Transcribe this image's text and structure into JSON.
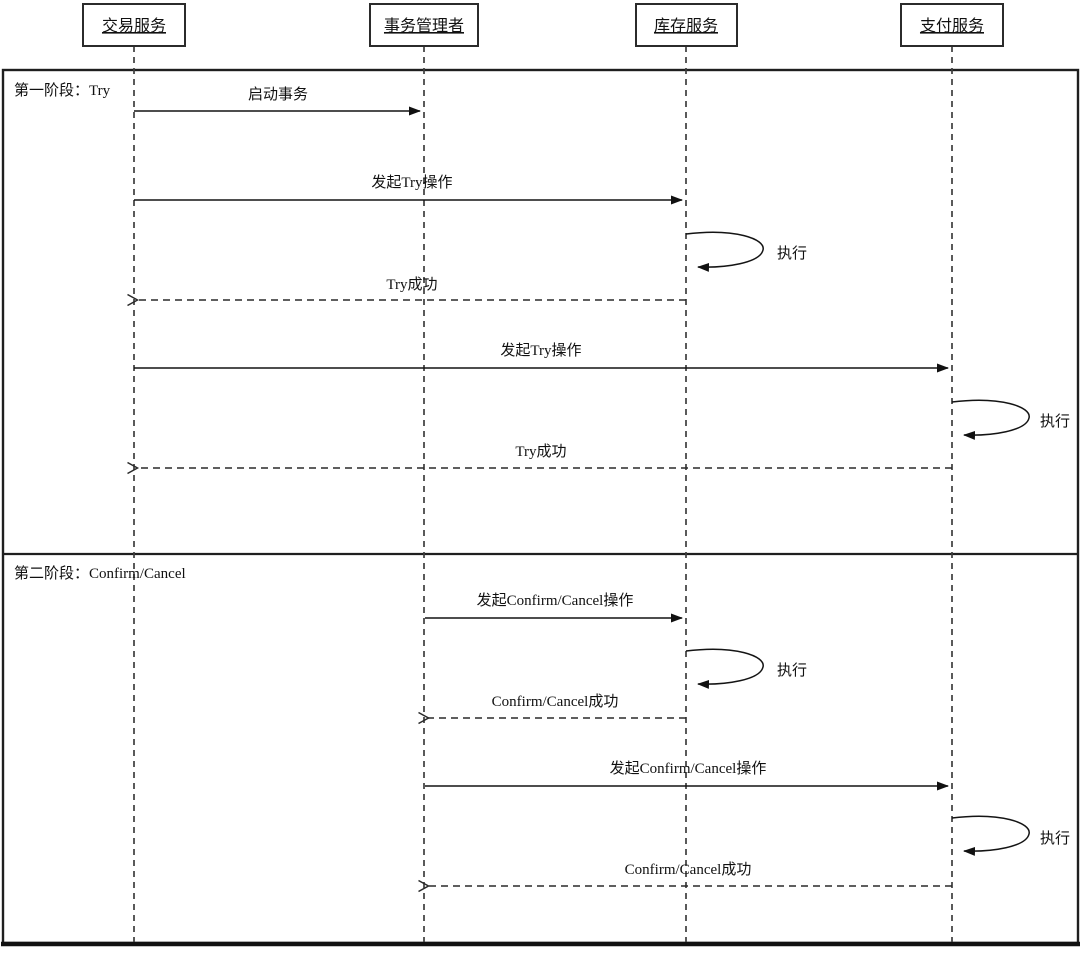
{
  "diagram": {
    "type": "uml-sequence-diagram",
    "language": "zh-CN",
    "participants": [
      {
        "id": "trade",
        "label": "交易服务"
      },
      {
        "id": "txmanager",
        "label": "事务管理者"
      },
      {
        "id": "inventory",
        "label": "库存服务"
      },
      {
        "id": "payment",
        "label": "支付服务"
      }
    ],
    "phases": [
      {
        "label": "第一阶段：Try"
      },
      {
        "label": "第二阶段：Confirm/Cancel"
      }
    ],
    "messages": [
      {
        "label": "启动事务",
        "from": "交易服务",
        "to": "事务管理者",
        "line": "solid",
        "phase": 0
      },
      {
        "label": "发起Try操作",
        "from": "交易服务",
        "to": "库存服务",
        "line": "solid",
        "phase": 0
      },
      {
        "label": "执行",
        "from": "库存服务",
        "to": "库存服务",
        "line": "self",
        "phase": 0
      },
      {
        "label": "Try成功",
        "from": "库存服务",
        "to": "交易服务",
        "line": "dashed",
        "phase": 0
      },
      {
        "label": "发起Try操作",
        "from": "交易服务",
        "to": "支付服务",
        "line": "solid",
        "phase": 0
      },
      {
        "label": "执行",
        "from": "支付服务",
        "to": "支付服务",
        "line": "self",
        "phase": 0
      },
      {
        "label": "Try成功",
        "from": "支付服务",
        "to": "交易服务",
        "line": "dashed",
        "phase": 0
      },
      {
        "label": "发起Confirm/Cancel操作",
        "from": "事务管理者",
        "to": "库存服务",
        "line": "solid",
        "phase": 1
      },
      {
        "label": "执行",
        "from": "库存服务",
        "to": "库存服务",
        "line": "self",
        "phase": 1
      },
      {
        "label": "Confirm/Cancel成功",
        "from": "库存服务",
        "to": "事务管理者",
        "line": "dashed",
        "phase": 1
      },
      {
        "label": "发起Confirm/Cancel操作",
        "from": "事务管理者",
        "to": "支付服务",
        "line": "solid",
        "phase": 1
      },
      {
        "label": "执行",
        "from": "支付服务",
        "to": "支付服务",
        "line": "self",
        "phase": 1
      },
      {
        "label": "Confirm/Cancel成功",
        "from": "支付服务",
        "to": "事务管理者",
        "line": "dashed",
        "phase": 1
      }
    ],
    "colors": {
      "line": "#1f1f1f",
      "background": "#ffffff",
      "text": "#111111"
    }
  }
}
